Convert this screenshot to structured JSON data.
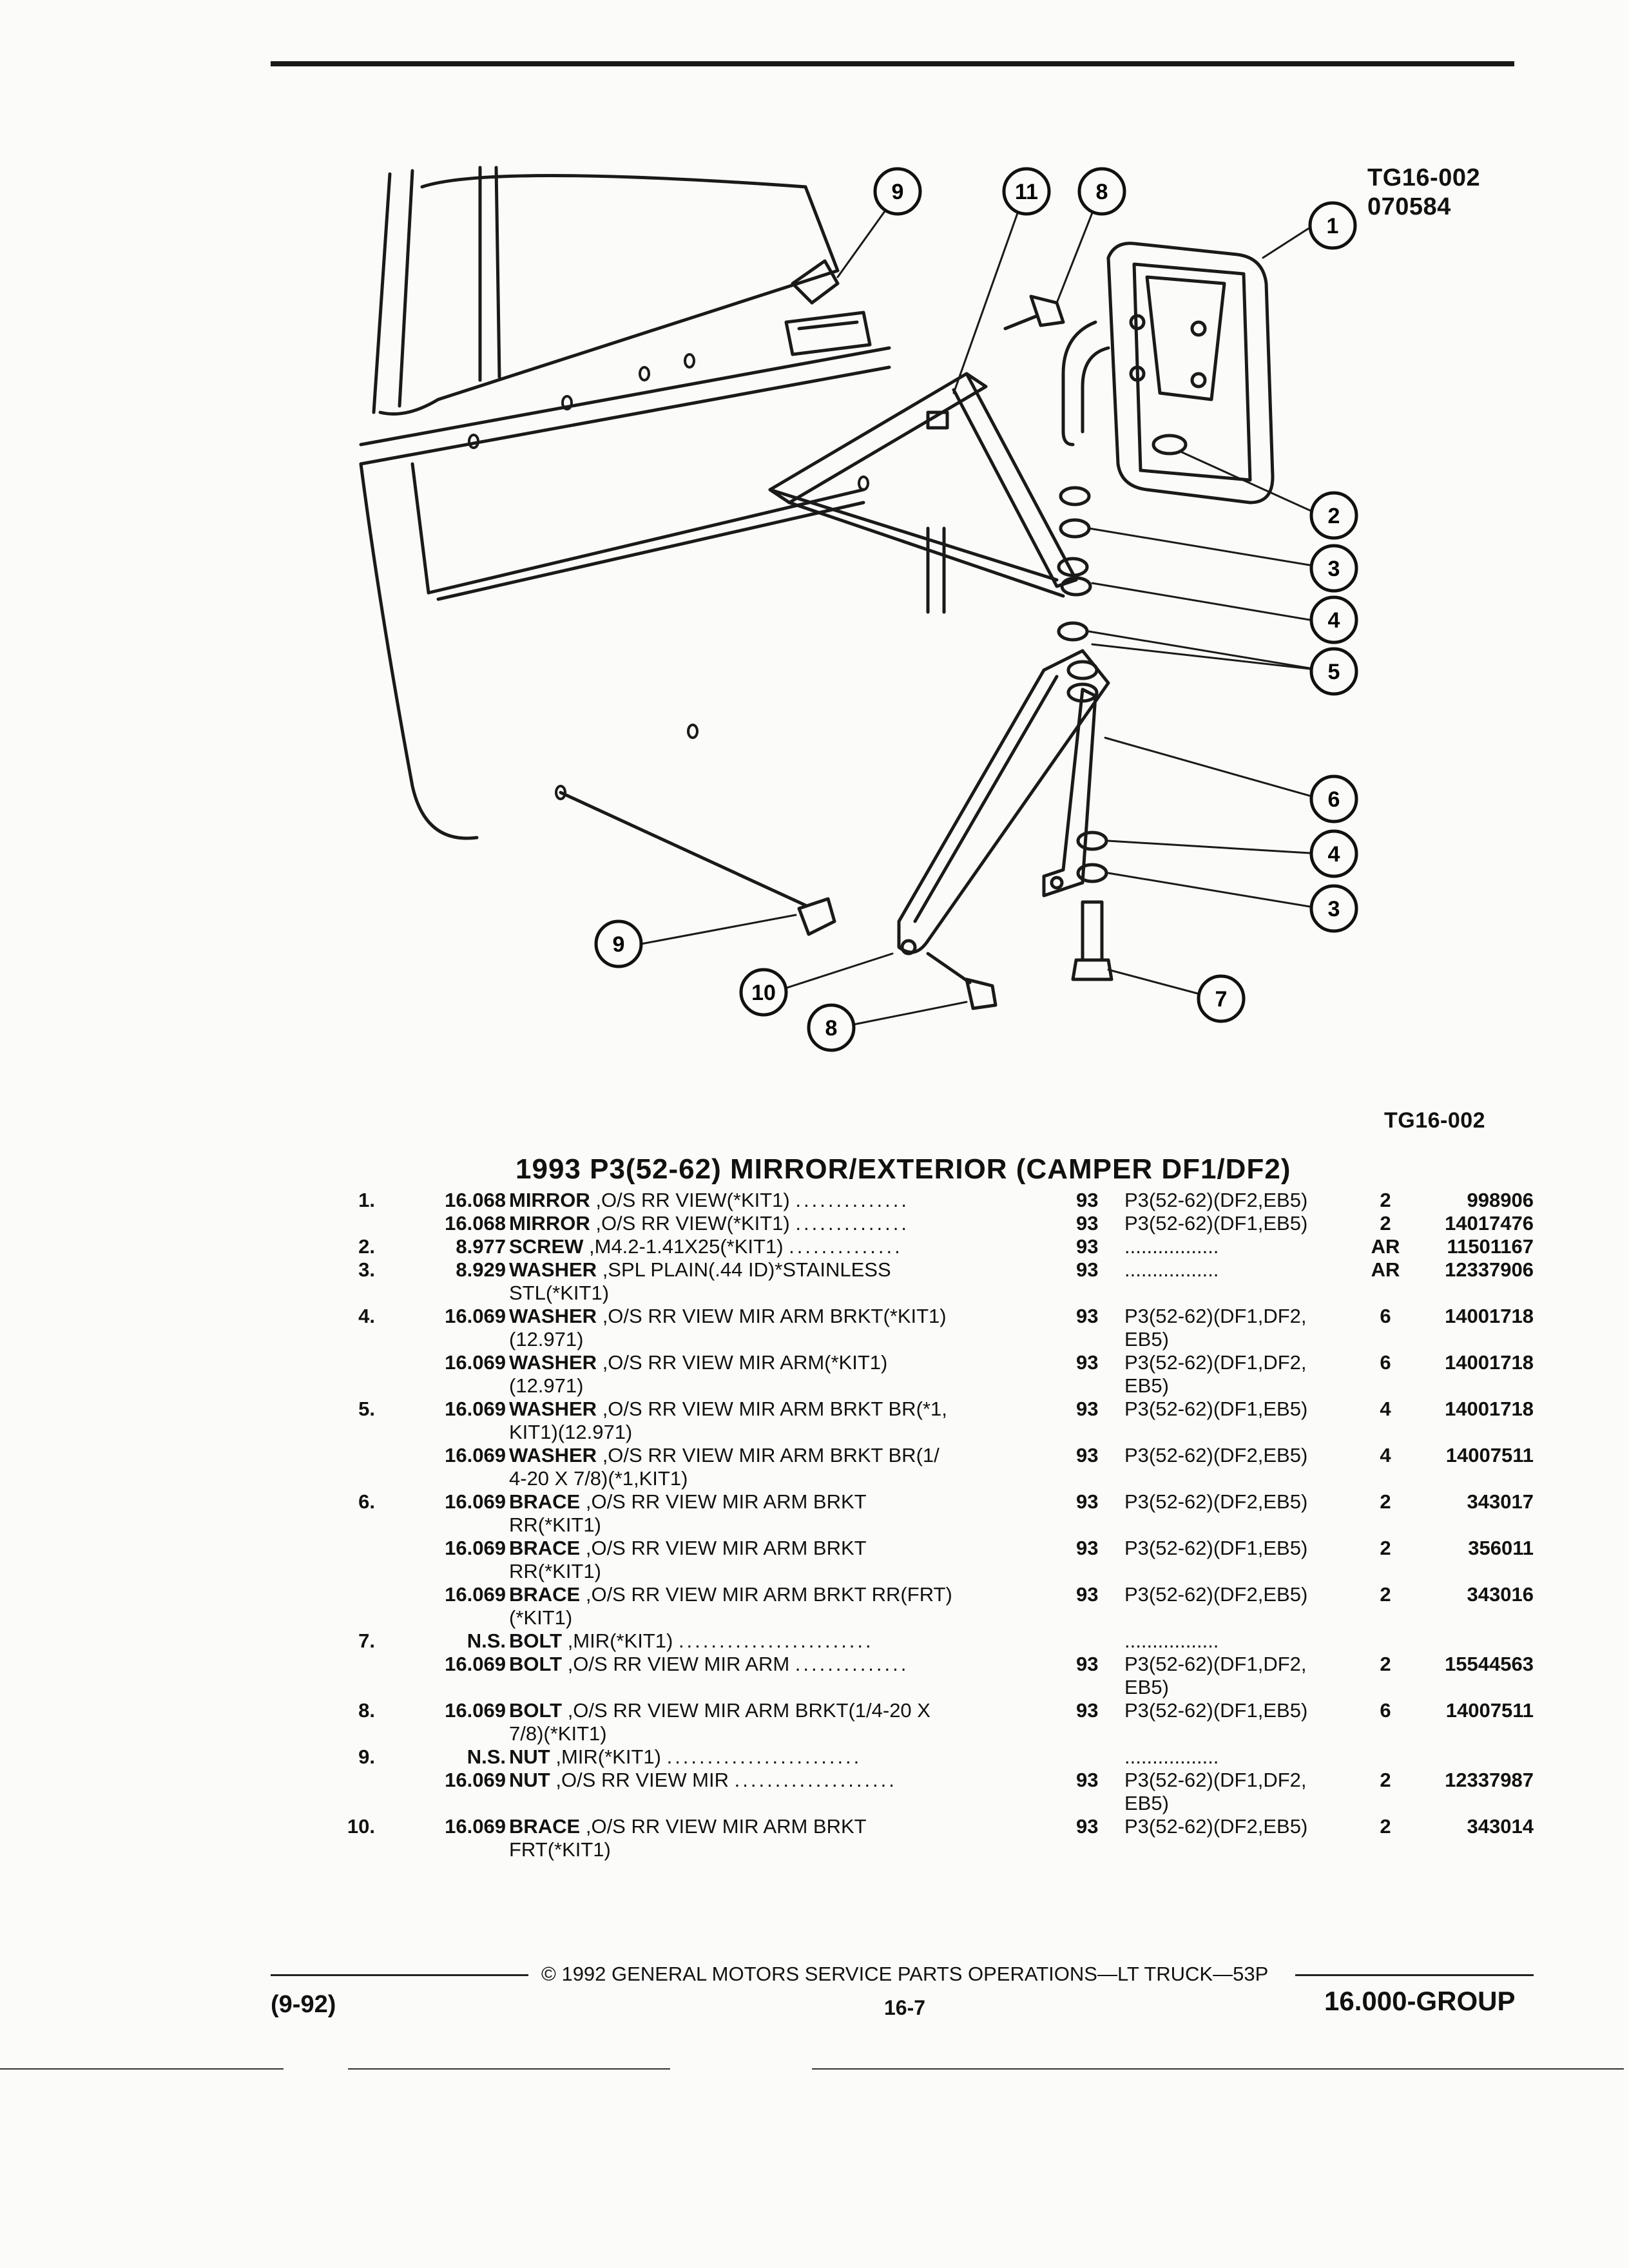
{
  "header": {
    "figure_code": "TG16-002",
    "drawing_number": "070584",
    "figure_code_bottom": "TG16-002"
  },
  "diagram": {
    "callouts": [
      "1",
      "2",
      "3",
      "4",
      "5",
      "6",
      "4",
      "3",
      "7",
      "8",
      "9",
      "10",
      "11",
      "8",
      "9"
    ]
  },
  "title": "1993 P3(52-62) MIRROR/EXTERIOR (CAMPER DF1/DF2)",
  "parts": [
    {
      "item": "1.",
      "group": "16.068",
      "name": "MIRROR",
      "desc": " ,O/S RR VIEW(*KIT1)",
      "lead": "..............",
      "year": "93",
      "model": "P3(52-62)(DF2,EB5)",
      "qty": "2",
      "part": "998906"
    },
    {
      "item": "",
      "group": "16.068",
      "name": "MIRROR",
      "desc": " ,O/S RR VIEW(*KIT1)",
      "lead": "..............",
      "year": "93",
      "model": "P3(52-62)(DF1,EB5)",
      "qty": "2",
      "part": "14017476"
    },
    {
      "item": "2.",
      "group": "8.977",
      "name": "SCREW",
      "desc": " ,M4.2-1.41X25(*KIT1)",
      "lead": "..............",
      "year": "93",
      "model": ".................",
      "qty": "AR",
      "part": "11501167"
    },
    {
      "item": "3.",
      "group": "8.929",
      "name": "WASHER",
      "desc": " ,SPL PLAIN(.44 ID)*STAINLESS",
      "lead": "",
      "year": "93",
      "model": ".................",
      "qty": "AR",
      "part": "12337906"
    },
    {
      "item": "",
      "group": "",
      "name": "",
      "desc": "STL(*KIT1)",
      "lead": "",
      "year": "",
      "model": "",
      "qty": "",
      "part": ""
    },
    {
      "item": "4.",
      "group": "16.069",
      "name": "WASHER",
      "desc": " ,O/S RR VIEW MIR ARM BRKT(*KIT1)",
      "lead": "",
      "year": "93",
      "model": "P3(52-62)(DF1,DF2,",
      "qty": "6",
      "part": "14001718"
    },
    {
      "item": "",
      "group": "",
      "name": "",
      "desc": "(12.971)",
      "lead": "",
      "year": "",
      "model": "EB5)",
      "qty": "",
      "part": ""
    },
    {
      "item": "",
      "group": "16.069",
      "name": "WASHER",
      "desc": " ,O/S RR VIEW MIR ARM(*KIT1)",
      "lead": "",
      "year": "93",
      "model": "P3(52-62)(DF1,DF2,",
      "qty": "6",
      "part": "14001718"
    },
    {
      "item": "",
      "group": "",
      "name": "",
      "desc": "(12.971)",
      "lead": "",
      "year": "",
      "model": "EB5)",
      "qty": "",
      "part": ""
    },
    {
      "item": "5.",
      "group": "16.069",
      "name": "WASHER",
      "desc": " ,O/S RR VIEW MIR ARM BRKT BR(*1,",
      "lead": "",
      "year": "93",
      "model": "P3(52-62)(DF1,EB5)",
      "qty": "4",
      "part": "14001718"
    },
    {
      "item": "",
      "group": "",
      "name": "",
      "desc": "KIT1)(12.971)",
      "lead": "",
      "year": "",
      "model": "",
      "qty": "",
      "part": ""
    },
    {
      "item": "",
      "group": "16.069",
      "name": "WASHER",
      "desc": " ,O/S RR VIEW MIR ARM BRKT BR(1/",
      "lead": "",
      "year": "93",
      "model": "P3(52-62)(DF2,EB5)",
      "qty": "4",
      "part": "14007511"
    },
    {
      "item": "",
      "group": "",
      "name": "",
      "desc": "4-20 X 7/8)(*1,KIT1)",
      "lead": "",
      "year": "",
      "model": "",
      "qty": "",
      "part": ""
    },
    {
      "item": "6.",
      "group": "16.069",
      "name": "BRACE",
      "desc": " ,O/S RR VIEW MIR ARM BRKT",
      "lead": "",
      "year": "93",
      "model": "P3(52-62)(DF2,EB5)",
      "qty": "2",
      "part": "343017"
    },
    {
      "item": "",
      "group": "",
      "name": "",
      "desc": "RR(*KIT1)",
      "lead": "",
      "year": "",
      "model": "",
      "qty": "",
      "part": ""
    },
    {
      "item": "",
      "group": "16.069",
      "name": "BRACE",
      "desc": " ,O/S RR VIEW MIR ARM BRKT",
      "lead": "",
      "year": "93",
      "model": "P3(52-62)(DF1,EB5)",
      "qty": "2",
      "part": "356011"
    },
    {
      "item": "",
      "group": "",
      "name": "",
      "desc": "RR(*KIT1)",
      "lead": "",
      "year": "",
      "model": "",
      "qty": "",
      "part": ""
    },
    {
      "item": "",
      "group": "16.069",
      "name": "BRACE",
      "desc": " ,O/S RR VIEW MIR ARM BRKT RR(FRT)",
      "lead": "",
      "year": "93",
      "model": "P3(52-62)(DF2,EB5)",
      "qty": "2",
      "part": "343016"
    },
    {
      "item": "",
      "group": "",
      "name": "",
      "desc": "(*KIT1)",
      "lead": "",
      "year": "",
      "model": "",
      "qty": "",
      "part": ""
    },
    {
      "item": "7.",
      "group": "N.S.",
      "name": "BOLT",
      "desc": " ,MIR(*KIT1)",
      "lead": "........................",
      "year": "",
      "model": ".................",
      "qty": "",
      "part": ""
    },
    {
      "item": "",
      "group": "16.069",
      "name": "BOLT",
      "desc": " ,O/S RR VIEW MIR ARM",
      "lead": "..............",
      "year": "93",
      "model": "P3(52-62)(DF1,DF2,",
      "qty": "2",
      "part": "15544563"
    },
    {
      "item": "",
      "group": "",
      "name": "",
      "desc": "",
      "lead": "",
      "year": "",
      "model": "EB5)",
      "qty": "",
      "part": ""
    },
    {
      "item": "8.",
      "group": "16.069",
      "name": "BOLT",
      "desc": " ,O/S RR VIEW MIR ARM BRKT(1/4-20 X",
      "lead": "",
      "year": "93",
      "model": "P3(52-62)(DF1,EB5)",
      "qty": "6",
      "part": "14007511"
    },
    {
      "item": "",
      "group": "",
      "name": "",
      "desc": "7/8)(*KIT1)",
      "lead": "",
      "year": "",
      "model": "",
      "qty": "",
      "part": ""
    },
    {
      "item": "9.",
      "group": "N.S.",
      "name": "NUT",
      "desc": " ,MIR(*KIT1)",
      "lead": "........................",
      "year": "",
      "model": ".................",
      "qty": "",
      "part": ""
    },
    {
      "item": "",
      "group": "16.069",
      "name": "NUT",
      "desc": " ,O/S RR VIEW MIR",
      "lead": "....................",
      "year": "93",
      "model": "P3(52-62)(DF1,DF2,",
      "qty": "2",
      "part": "12337987"
    },
    {
      "item": "",
      "group": "",
      "name": "",
      "desc": "",
      "lead": "",
      "year": "",
      "model": "EB5)",
      "qty": "",
      "part": ""
    },
    {
      "item": "10.",
      "group": "16.069",
      "name": "BRACE",
      "desc": " ,O/S RR VIEW MIR ARM BRKT",
      "lead": "",
      "year": "93",
      "model": "P3(52-62)(DF2,EB5)",
      "qty": "2",
      "part": "343014"
    },
    {
      "item": "",
      "group": "",
      "name": "",
      "desc": "FRT(*KIT1)",
      "lead": "",
      "year": "",
      "model": "",
      "qty": "",
      "part": ""
    }
  ],
  "footer": {
    "copyright": "© 1992 GENERAL MOTORS SERVICE PARTS OPERATIONS—LT TRUCK—53P",
    "date": "(9-92)",
    "page": "16-7",
    "group": "16.000-GROUP"
  }
}
